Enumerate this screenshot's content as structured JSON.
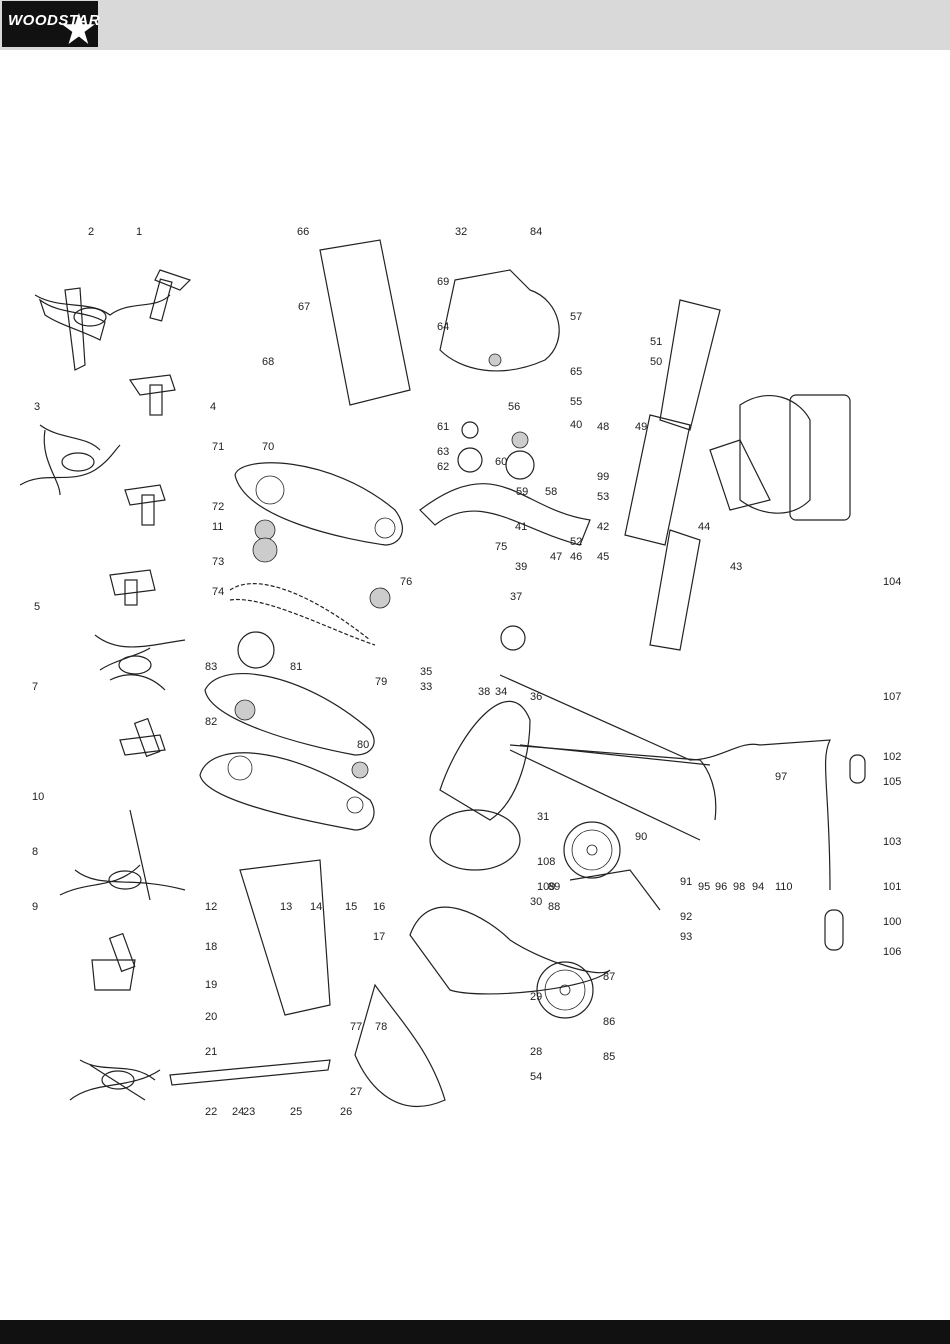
{
  "brand": {
    "logo_text": "WOODSTAR"
  },
  "callouts": [
    "1",
    "2",
    "3",
    "4",
    "5",
    "7",
    "8",
    "9",
    "10",
    "11",
    "12",
    "13",
    "14",
    "15",
    "16",
    "17",
    "18",
    "19",
    "20",
    "21",
    "22",
    "23",
    "24",
    "25",
    "26",
    "27",
    "28",
    "29",
    "30",
    "31",
    "32",
    "33",
    "34",
    "35",
    "36",
    "37",
    "38",
    "39",
    "40",
    "41",
    "42",
    "43",
    "44",
    "45",
    "46",
    "47",
    "48",
    "49",
    "50",
    "51",
    "52",
    "53",
    "54",
    "55",
    "56",
    "57",
    "58",
    "59",
    "60",
    "61",
    "62",
    "63",
    "64",
    "65",
    "66",
    "67",
    "68",
    "69",
    "70",
    "71",
    "72",
    "73",
    "74",
    "75",
    "76",
    "77",
    "78",
    "79",
    "80",
    "81",
    "82",
    "83",
    "84",
    "85",
    "86",
    "87",
    "88",
    "89",
    "90",
    "91",
    "92",
    "93",
    "94",
    "95",
    "96",
    "97",
    "98",
    "99",
    "100",
    "101",
    "102",
    "103",
    "104",
    "105",
    "106",
    "107",
    "108",
    "109",
    "110"
  ],
  "colors": {
    "header_bg": "#d9d9d9",
    "footer_bg": "#111111",
    "line": "#222222"
  }
}
